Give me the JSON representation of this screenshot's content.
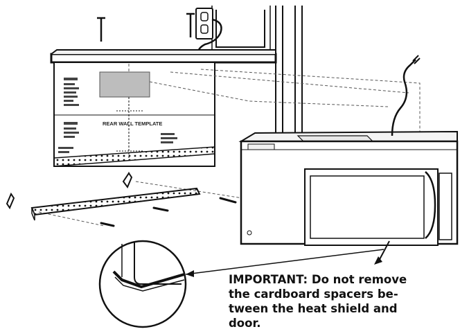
{
  "template": {
    "title": "REAR WALL TEMPLATE"
  },
  "note": {
    "lines": [
      "IMPORTANT: Do not remove",
      "the cardboard spacers be-",
      "tween the heat shield and",
      "door."
    ]
  },
  "colors": {
    "ink": "#111111",
    "line_gray": "#555555",
    "hatch": "#9a9a9a"
  }
}
